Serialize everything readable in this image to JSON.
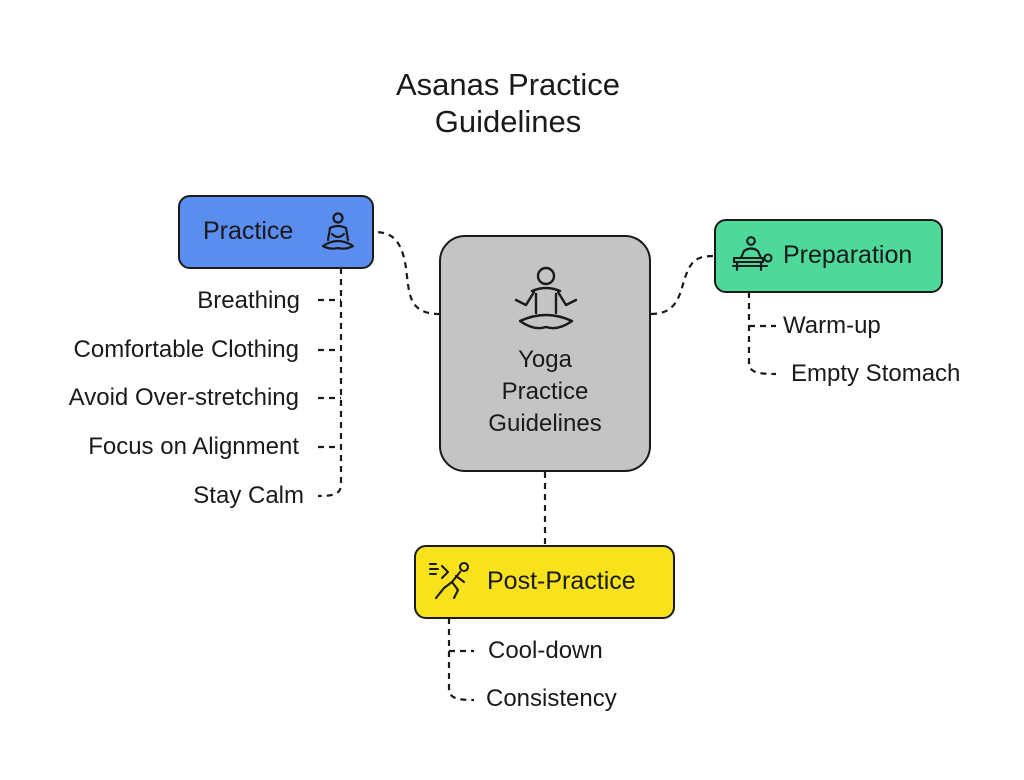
{
  "title_line1": "Asanas Practice",
  "title_line2": "Guidelines",
  "center": {
    "line1": "Yoga",
    "line2": "Practice",
    "line3": "Guidelines",
    "color": "#c4c4c4",
    "icon": "meditation-icon"
  },
  "practice": {
    "label": "Practice",
    "color": "#5b8def",
    "icon": "meditating-person-icon",
    "items": [
      "Breathing",
      "Comfortable Clothing",
      "Avoid Over-stretching",
      "Focus on Alignment",
      "Stay Calm"
    ]
  },
  "preparation": {
    "label": "Preparation",
    "color": "#4ed89a",
    "icon": "massage-table-icon",
    "items": [
      "Warm-up",
      "Empty Stomach"
    ]
  },
  "post_practice": {
    "label": "Post-Practice",
    "color": "#f7e21b",
    "icon": "stretching-person-icon",
    "items": [
      "Cool-down",
      "Consistency"
    ]
  }
}
